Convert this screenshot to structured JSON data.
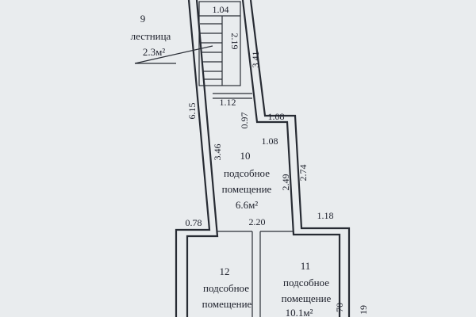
{
  "rooms": [
    {
      "number": "9",
      "name": "лестница",
      "area": "2.3м²"
    },
    {
      "number": "10",
      "name_line1": "подсобное",
      "name_line2": "помещение",
      "area": "6.6м²"
    },
    {
      "number": "11",
      "name_line1": "подсобное",
      "name_line2": "помещение",
      "area": "10.1м²"
    },
    {
      "number": "12",
      "name_line1": "подсобное",
      "name_line2": "помещение"
    }
  ],
  "dimensions": {
    "stair_top_width": "1.04",
    "stair_run": "2.19",
    "stair_right_length": "3.41",
    "left_wall_length": "6.15",
    "stair_bottom_width": "1.12",
    "step_small": "0.97",
    "step_top": "1.08",
    "step_inner": "1.08",
    "room10_left": "3.46",
    "room10_right": "2.49",
    "right_wall_mid": "2.74",
    "right_step": "1.18",
    "left_ledge": "0.78",
    "room10_bottom": "2.20",
    "room11_right_partial": "70",
    "outer_right_partial": "19"
  }
}
